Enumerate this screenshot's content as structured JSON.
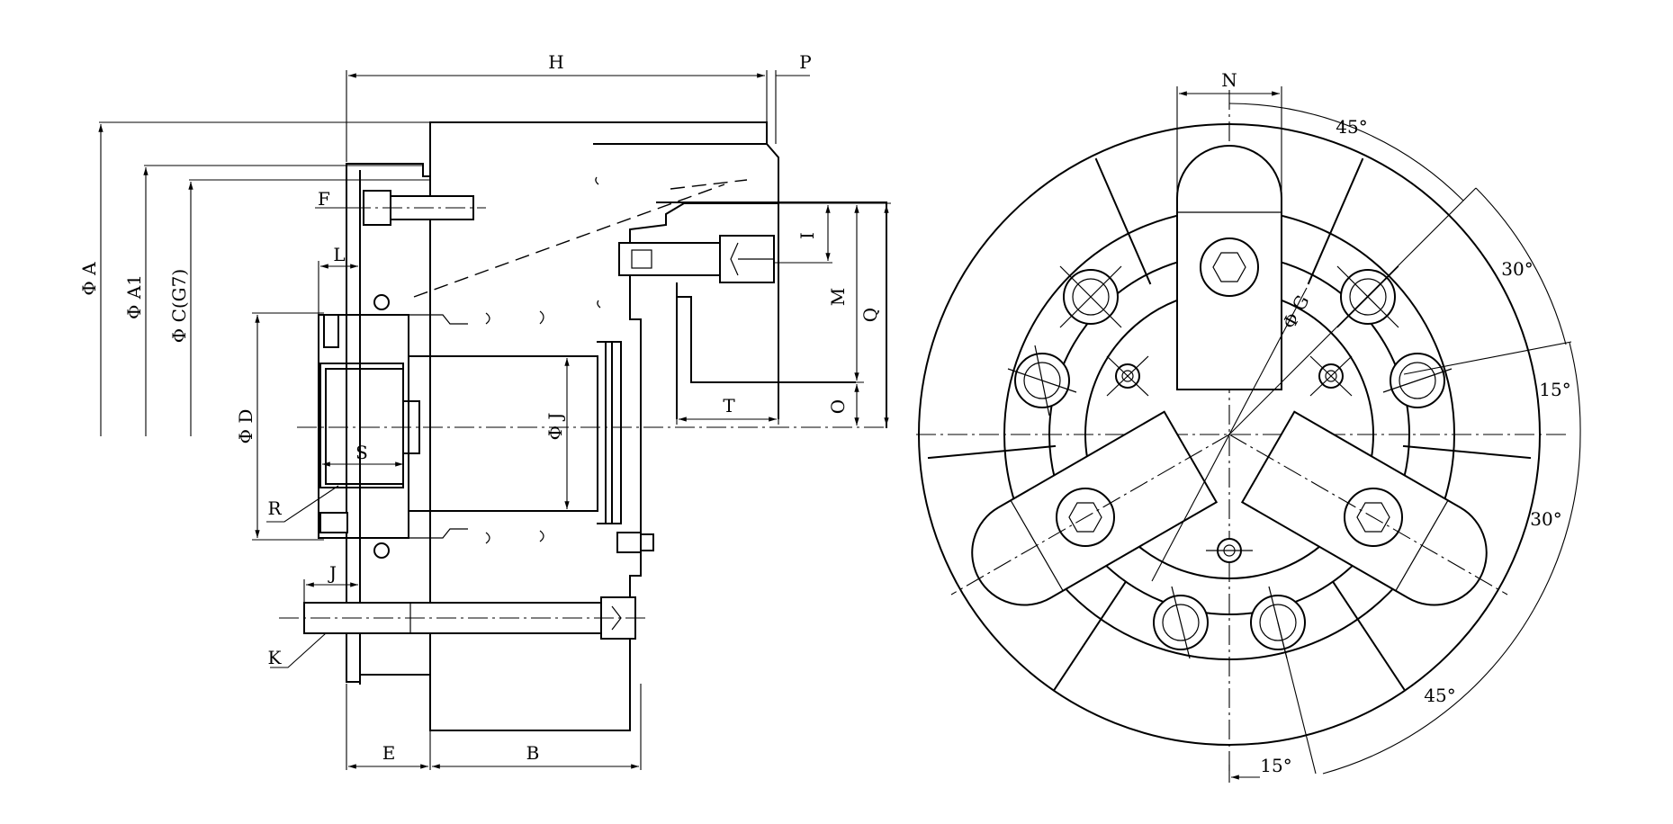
{
  "side_view": {
    "labels": {
      "H": "H",
      "P": "P",
      "F": "F",
      "L": "L",
      "I": "I",
      "M": "M",
      "Q": "Q",
      "T": "T",
      "O": "O",
      "S": "S",
      "R": "R",
      "J_bottom": "J",
      "K": "K",
      "E": "E",
      "B": "B",
      "phiA": "Φ A",
      "phiA1": "Φ A1",
      "phiC": "Φ C(G7)",
      "phiD": "Φ D",
      "phiJ": "Φ J"
    }
  },
  "front_view": {
    "labels": {
      "N": "N",
      "phiG": "Φ G",
      "ang_top_45": "45°",
      "ang_right_30a": "30°",
      "ang_right_15": "15°",
      "ang_right_30b": "30°",
      "ang_bottom_45": "45°",
      "ang_bottom_15": "15°"
    }
  }
}
